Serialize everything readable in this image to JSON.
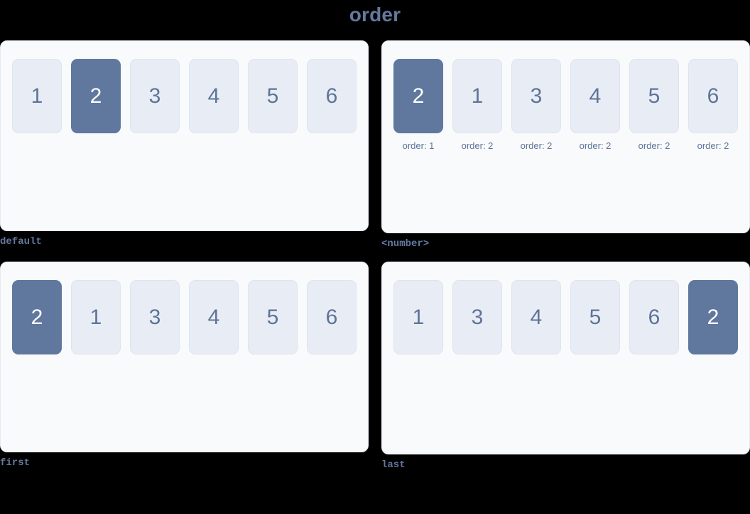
{
  "page": {
    "title": "order",
    "background_color": "#000000",
    "title_color": "#64789f"
  },
  "theme": {
    "panel_bg": "#f9fafc",
    "panel_border": "#e6eaf1",
    "box_bg": "#e8ecf4",
    "box_border": "#dee4ee",
    "box_text": "#5d7498",
    "box_active_bg": "#60789e",
    "box_active_text": "#ffffff",
    "caption_color": "#64789f"
  },
  "panels": [
    {
      "caption": "default",
      "show_order_labels": false,
      "items": [
        {
          "label": "1",
          "active": false,
          "order_label": ""
        },
        {
          "label": "2",
          "active": true,
          "order_label": ""
        },
        {
          "label": "3",
          "active": false,
          "order_label": ""
        },
        {
          "label": "4",
          "active": false,
          "order_label": ""
        },
        {
          "label": "5",
          "active": false,
          "order_label": ""
        },
        {
          "label": "6",
          "active": false,
          "order_label": ""
        }
      ]
    },
    {
      "caption": "<number>",
      "show_order_labels": true,
      "items": [
        {
          "label": "2",
          "active": true,
          "order_label": "order: 1"
        },
        {
          "label": "1",
          "active": false,
          "order_label": "order: 2"
        },
        {
          "label": "3",
          "active": false,
          "order_label": "order: 2"
        },
        {
          "label": "4",
          "active": false,
          "order_label": "order: 2"
        },
        {
          "label": "5",
          "active": false,
          "order_label": "order: 2"
        },
        {
          "label": "6",
          "active": false,
          "order_label": "order: 2"
        }
      ]
    },
    {
      "caption": "first",
      "show_order_labels": false,
      "items": [
        {
          "label": "2",
          "active": true,
          "order_label": ""
        },
        {
          "label": "1",
          "active": false,
          "order_label": ""
        },
        {
          "label": "3",
          "active": false,
          "order_label": ""
        },
        {
          "label": "4",
          "active": false,
          "order_label": ""
        },
        {
          "label": "5",
          "active": false,
          "order_label": ""
        },
        {
          "label": "6",
          "active": false,
          "order_label": ""
        }
      ]
    },
    {
      "caption": "last",
      "show_order_labels": false,
      "items": [
        {
          "label": "1",
          "active": false,
          "order_label": ""
        },
        {
          "label": "3",
          "active": false,
          "order_label": ""
        },
        {
          "label": "4",
          "active": false,
          "order_label": ""
        },
        {
          "label": "5",
          "active": false,
          "order_label": ""
        },
        {
          "label": "6",
          "active": false,
          "order_label": ""
        },
        {
          "label": "2",
          "active": true,
          "order_label": ""
        }
      ]
    }
  ]
}
